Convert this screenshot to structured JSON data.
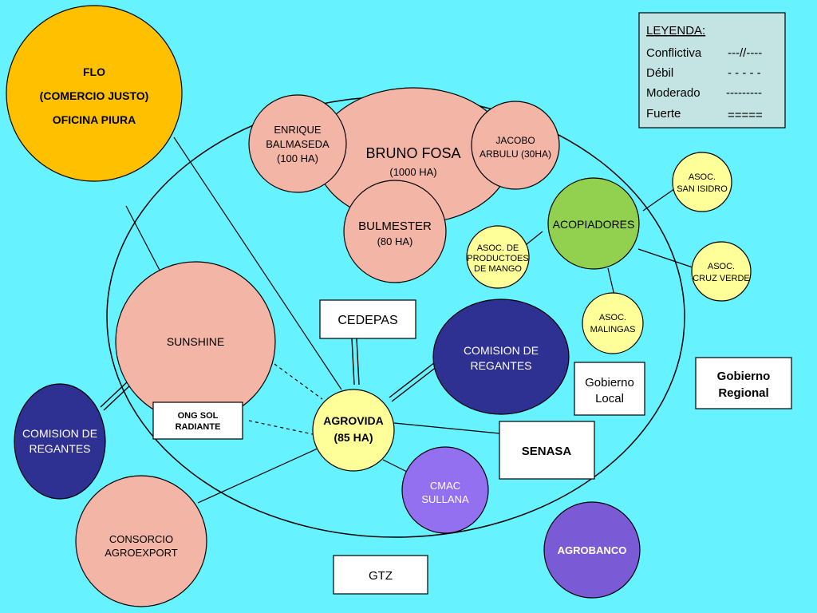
{
  "colors": {
    "background": "#66f2ff",
    "salmon": "#f2b5a6",
    "yellow_orange": "#ffc000",
    "pale_yellow": "#ffff99",
    "green": "#92d050",
    "navy": "#2e3192",
    "violet": "#9370f0",
    "purple": "#7b5ad6",
    "legend_bg": "#c4e4e4",
    "white": "#ffffff"
  },
  "legend": {
    "title": "LEYENDA:",
    "items": [
      {
        "label": "Conflictiva",
        "symbol": "---//----"
      },
      {
        "label": "Débil",
        "symbol": "- - - - -"
      },
      {
        "label": "Moderado",
        "symbol": "---------"
      },
      {
        "label": "Fuerte",
        "symbol": "====="
      }
    ]
  },
  "nodes": {
    "flo": {
      "lines": [
        "FLO",
        "(COMERCIO JUSTO)",
        "OFICINA PIURA"
      ]
    },
    "enrique": {
      "lines": [
        "ENRIQUE",
        "BALMASEDA",
        "(100 HA)"
      ]
    },
    "bruno": {
      "lines": [
        "BRUNO FOSA",
        "(1000 HA)"
      ]
    },
    "jacobo": {
      "lines": [
        "JACOBO",
        "ARBULU (30HA)"
      ]
    },
    "bulmester": {
      "lines": [
        "BULMESTER",
        "(80 HA)"
      ]
    },
    "asoc_san_isidro": {
      "lines": [
        "ASOC.",
        "SAN ISIDRO"
      ]
    },
    "acopiadores": {
      "lines": [
        "ACOPIADORES"
      ]
    },
    "asoc_mango": {
      "lines": [
        "ASOC. DE",
        "PRODUCTOES",
        "DE MANGO"
      ]
    },
    "asoc_cruz_verde": {
      "lines": [
        "ASOC.",
        "CRUZ VERDE"
      ]
    },
    "asoc_malingas": {
      "lines": [
        "ASOC.",
        "MALINGAS"
      ]
    },
    "sunshine": {
      "lines": [
        "SUNSHINE"
      ]
    },
    "comision_regantes_right": {
      "lines": [
        "COMISION DE",
        "REGANTES"
      ]
    },
    "comision_regantes_left": {
      "lines": [
        "COMISION DE",
        "REGANTES"
      ]
    },
    "agrovida": {
      "lines": [
        "AGROVIDA",
        "(85 HA)"
      ]
    },
    "cmac": {
      "lines": [
        "CMAC",
        "SULLANA"
      ]
    },
    "consorcio": {
      "lines": [
        "CONSORCIO",
        "AGROEXPORT"
      ]
    },
    "agrobanco": {
      "lines": [
        "AGROBANCO"
      ]
    }
  },
  "boxes": {
    "cedepas": {
      "lines": [
        "CEDEPAS"
      ]
    },
    "ong_sol": {
      "lines": [
        "ONG SOL",
        "RADIANTE"
      ]
    },
    "gobierno_local": {
      "lines": [
        "Gobierno",
        "Local"
      ]
    },
    "gobierno_regional": {
      "lines": [
        "Gobierno",
        "Regional"
      ]
    },
    "senasa": {
      "lines": [
        "SENASA"
      ]
    },
    "gtz": {
      "lines": [
        "GTZ"
      ]
    }
  }
}
